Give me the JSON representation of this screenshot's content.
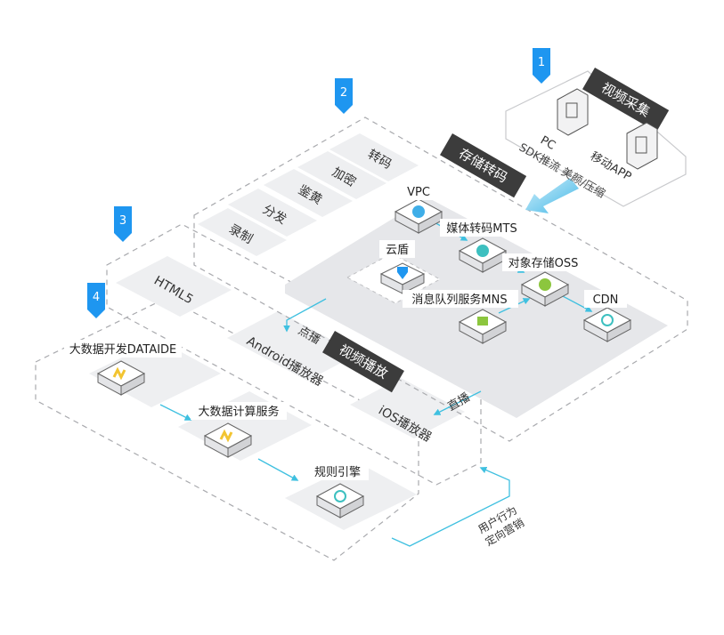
{
  "colors": {
    "accent_blue": "#1e96f0",
    "connector_cyan": "#3fc0e0",
    "dark_banner": "#3c3c3c",
    "panel_light": "#eeeff1",
    "panel_mid": "#e6e7ea",
    "dashed_border": "#a9aaae",
    "icon_gold": "#f2c431",
    "icon_green": "#8cc63e",
    "icon_blue": "#3faee8",
    "icon_teal": "#3dc0c0"
  },
  "markers": [
    "1",
    "2",
    "3",
    "4"
  ],
  "sections": {
    "capture": {
      "banner": "视频采集",
      "devices": [
        {
          "label": "PC",
          "icon": "pc-icon"
        },
        {
          "label": "移动APP",
          "icon": "mobile-icon"
        }
      ],
      "push_label": "SDK推流 美颜/压缩"
    },
    "storage": {
      "banner": "存储转码",
      "features": [
        "转码",
        "加密",
        "鉴黄",
        "分发",
        "录制"
      ],
      "services": [
        {
          "label": "VPC",
          "icon": "vpc-icon"
        },
        {
          "label": "媒体转码MTS",
          "icon": "mts-icon"
        },
        {
          "label": "对象存储OSS",
          "icon": "oss-icon"
        },
        {
          "label": "CDN",
          "icon": "cdn-icon"
        },
        {
          "label": "云盾",
          "icon": "shield-icon"
        },
        {
          "label": "消息队列服务MNS",
          "icon": "mns-icon"
        }
      ]
    },
    "playback": {
      "banner": "视频播放",
      "players": [
        "HTML5",
        "Android播放器",
        "iOS播放器"
      ],
      "vod_label": "点播",
      "live_label": "直播"
    },
    "bigdata": {
      "services": [
        {
          "label": "大数据开发DATAIDE",
          "icon": "dataide-icon"
        },
        {
          "label": "大数据计算服务",
          "icon": "maxcompute-icon"
        },
        {
          "label": "规则引擎",
          "icon": "rules-engine-icon"
        }
      ],
      "feedback_label": [
        "用户行为",
        "定向营销"
      ]
    }
  }
}
